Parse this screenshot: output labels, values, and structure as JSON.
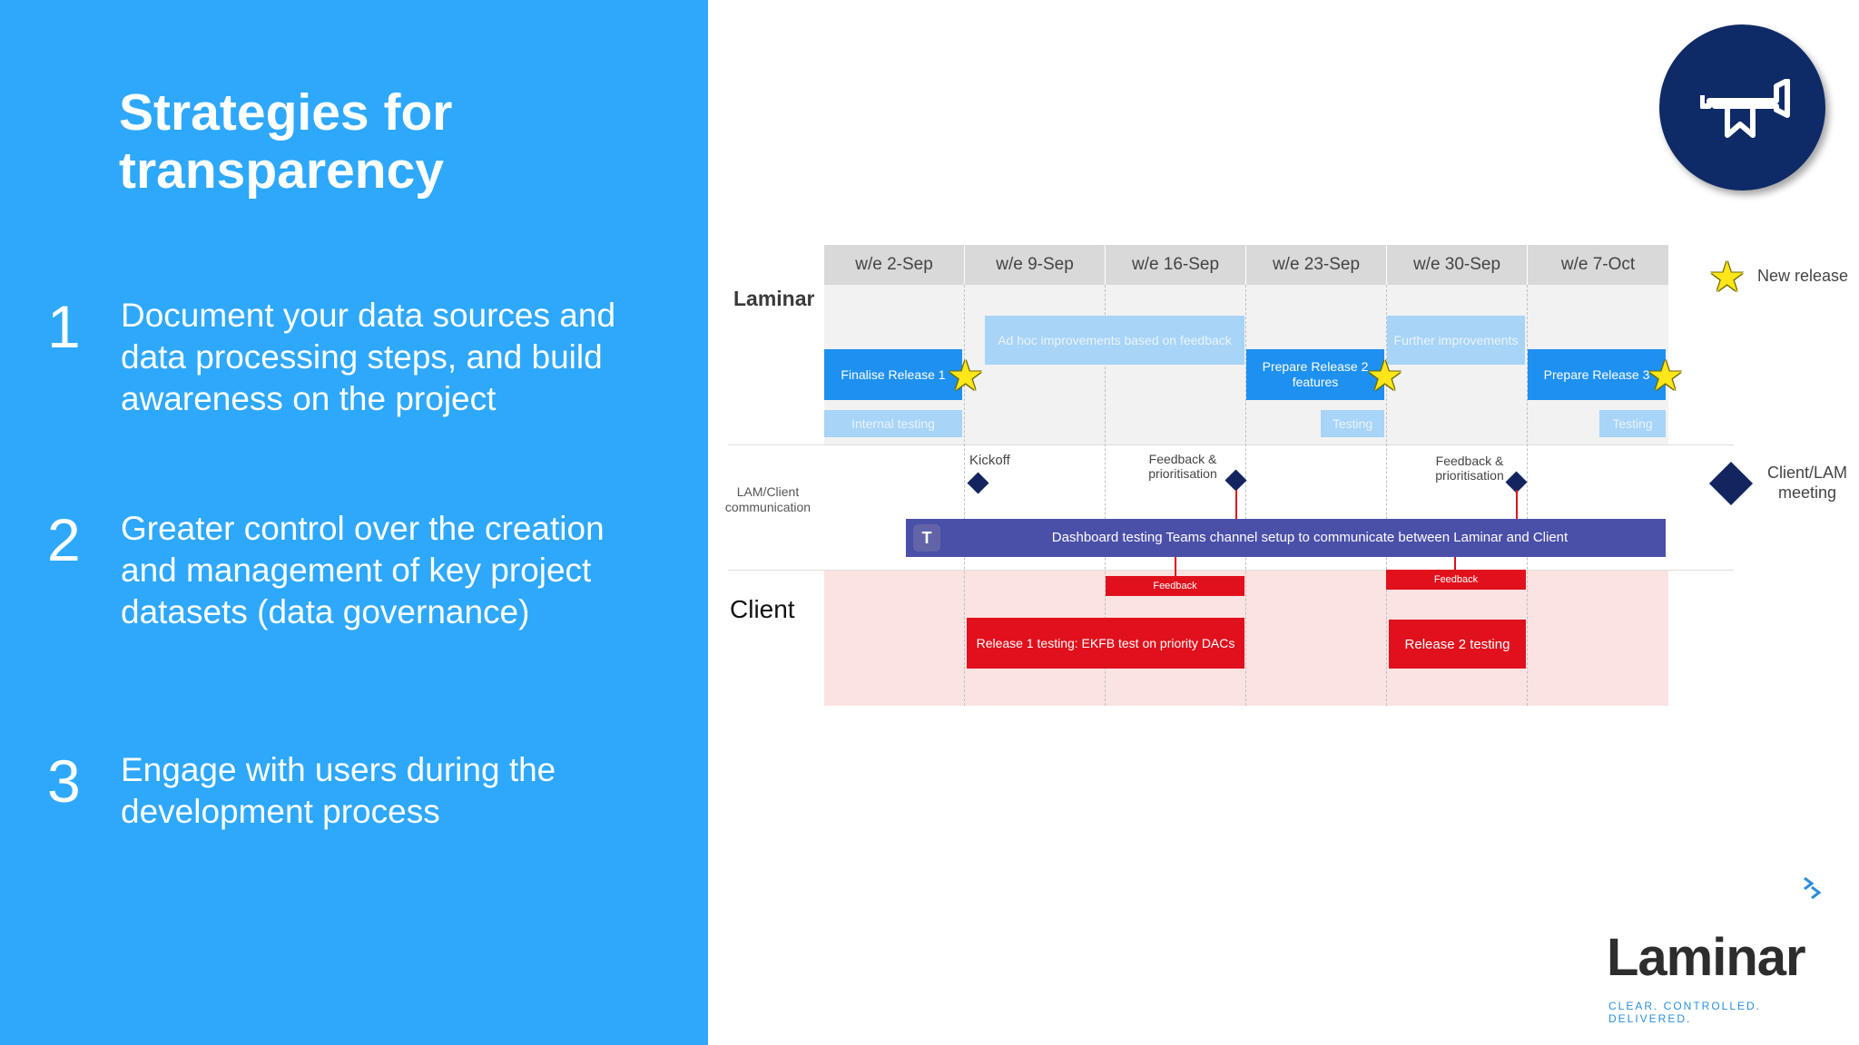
{
  "slide": {
    "title": "Strategies for transparency",
    "strategies": [
      {
        "number": "1",
        "text": "Document your data sources and data processing steps, and build awareness on the project"
      },
      {
        "number": "2",
        "text": "Greater control over the creation and management of key project datasets (data governance)"
      },
      {
        "number": "3",
        "text": "Engage with users during the development process"
      }
    ]
  },
  "badge": {
    "icon": "trumpet-icon",
    "bg_color": "#0f2b67"
  },
  "timeline": {
    "weeks": [
      "w/e 2-Sep",
      "w/e 9-Sep",
      "w/e 16-Sep",
      "w/e 23-Sep",
      "w/e 30-Sep",
      "w/e 7-Oct"
    ],
    "row_labels": {
      "laminar": "Laminar",
      "lam_client": "LAM/Client communication",
      "client": "Client"
    },
    "laminar_tasks": {
      "finalise_release_1": "Finalise Release 1",
      "internal_testing": "Internal testing",
      "ad_hoc": "Ad hoc improvements based on feedback",
      "prepare_release_2": "Prepare Release 2 features",
      "testing_1": "Testing",
      "further_improvements": "Further improvements",
      "prepare_release_3": "Prepare Release 3",
      "testing_2": "Testing"
    },
    "communication": {
      "kickoff": "Kickoff",
      "feedback_1": "Feedback & prioritisation",
      "feedback_2": "Feedback & prioritisation",
      "teams_bar": "Dashboard testing Teams channel setup to communicate between Laminar and Client",
      "teams_icon": "microsoft-teams-icon"
    },
    "client_tasks": {
      "feedback_1": "Feedback",
      "feedback_2": "Feedback",
      "release_1_testing": "Release 1 testing: EKFB test on priority DACs",
      "release_2_testing": "Release 2 testing"
    },
    "legend": {
      "new_release": "New release",
      "meeting": "Client/LAM meeting"
    },
    "colors": {
      "header_gray": "#d9d9d9",
      "laminar_bar": "#1e90f0",
      "laminar_light_bar": "#a7d4f7",
      "teams_bar": "#4a4fa8",
      "client_band": "#fbe3e2",
      "client_bar": "#e0101c",
      "diamond": "#12255e",
      "star": "#ffe619"
    }
  },
  "logo": {
    "name": "Laminar",
    "tagline": "CLEAR. CONTROLLED. DELIVERED.",
    "text_color": "#2d2d2d",
    "tagline_color": "#2b8fd8"
  }
}
